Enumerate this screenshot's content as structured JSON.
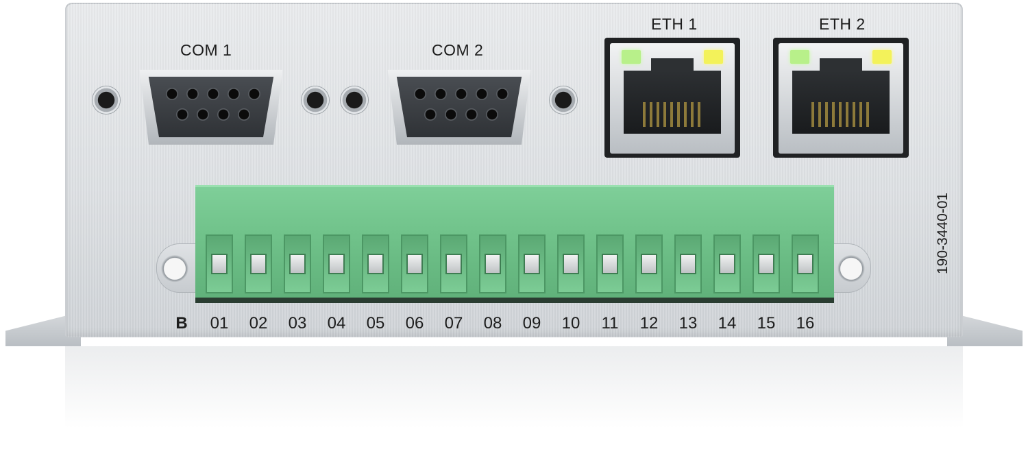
{
  "ports": {
    "com1": "COM 1",
    "com2": "COM 2",
    "eth1": "ETH 1",
    "eth2": "ETH 2"
  },
  "terminal_block": {
    "bus_label": "B",
    "pins": [
      "01",
      "02",
      "03",
      "04",
      "05",
      "06",
      "07",
      "08",
      "09",
      "10",
      "11",
      "12",
      "13",
      "14",
      "15",
      "16"
    ]
  },
  "part_number": "190-3440-01",
  "colors": {
    "terminal_block": "#71c38b",
    "enclosure": "#dde0e3",
    "led_link": "#b8f08a",
    "led_activity": "#f3f25a"
  },
  "icons": [
    "db9-serial-connector",
    "rj45-ethernet-jack",
    "screw-terminal-block"
  ]
}
